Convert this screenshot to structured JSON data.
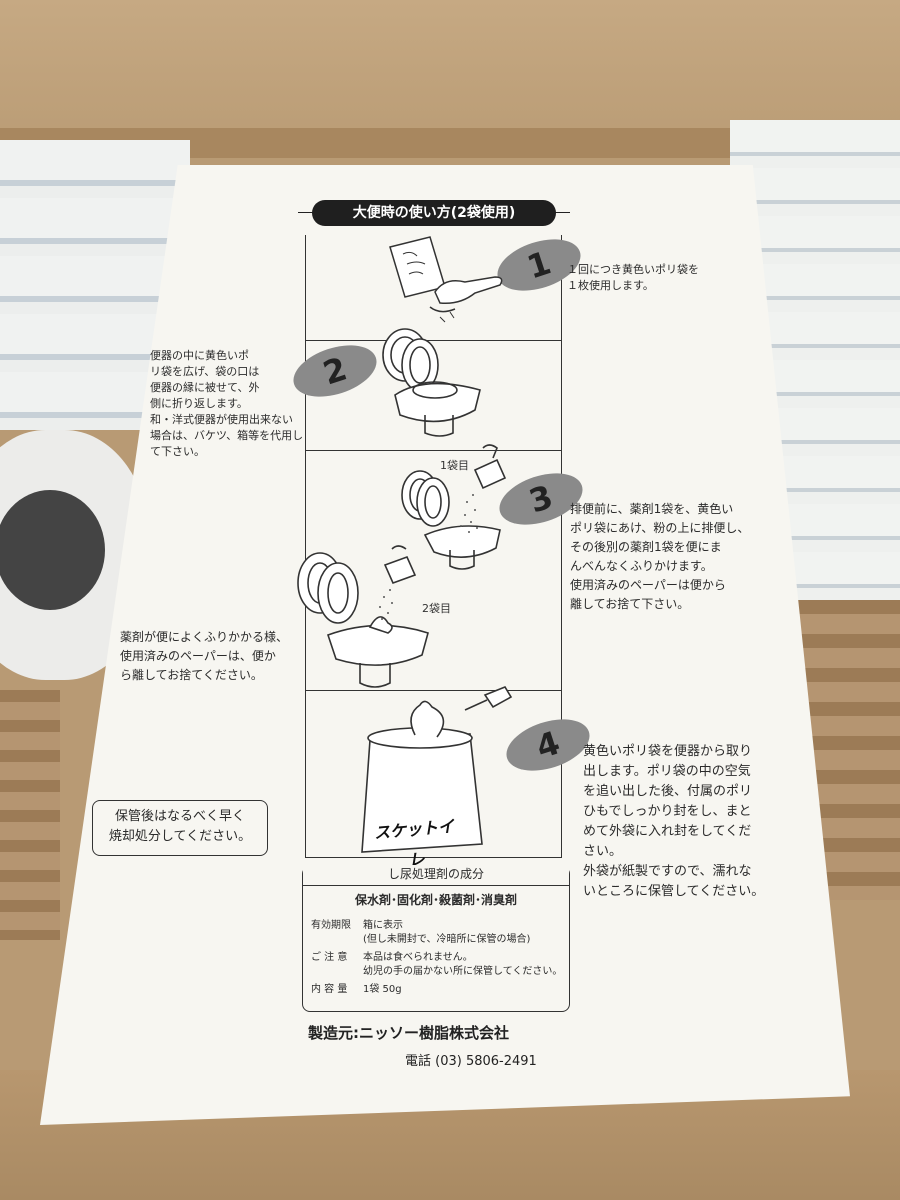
{
  "title": "大便時の使い方(2袋使用)",
  "steps": [
    {
      "number": "1",
      "text": "１回につき黄色いポリ袋を\n１枚使用します。"
    },
    {
      "number": "2",
      "text": "便器の中に黄色いポ\nリ袋を広げ、袋の口は\n便器の縁に被せて、外\n側に折り返します。\n和・洋式便器が使用出来ない\n場合は、バケツ、箱等を代用し\nて下さい。"
    },
    {
      "number": "3",
      "text": "排便前に、薬剤1袋を、黄色い\nポリ袋にあけ、粉の上に排便し、\nその後別の薬剤1袋を便にま\nんべんなくふりかけます。\n使用済みのペーパーは便から\n離してお捨て下さい。"
    },
    {
      "number": "4",
      "text": "黄色いポリ袋を便器から取り\n出します。ポリ袋の中の空気\nを追い出した後、付属のポリ\nひもでしっかり封をし、まと\nめて外袋に入れ封をしてくだ\nさい。\n外袋が紙製ですので、濡れな\nいところに保管してください。"
    }
  ],
  "bag_labels": {
    "first": "1袋目",
    "second": "2袋目"
  },
  "sprinkle_note": "薬剤が便によくふりかかる様、\n使用済みのペーパーは、便か\nら離してお捨てください。",
  "storage_note": "保管後はなるべく早く\n焼却処分してください。",
  "product_label": "スケットイレ",
  "ingredients": {
    "header": "し尿処理剤の成分",
    "components": "保水剤･固化剤･殺菌剤･消臭剤",
    "rows": [
      {
        "key": "有効期限",
        "value": "箱に表示\n(但し未開封で、冷暗所に保管の場合)"
      },
      {
        "key": "ご 注 意",
        "value": "本品は食べられません。\n幼児の手の届かない所に保管してください。"
      },
      {
        "key": "内 容 量",
        "value": "1袋 50g"
      }
    ]
  },
  "manufacturer": "製造元:ニッソー樹脂株式会社",
  "phone": "電話 (03) 5806-2491"
}
